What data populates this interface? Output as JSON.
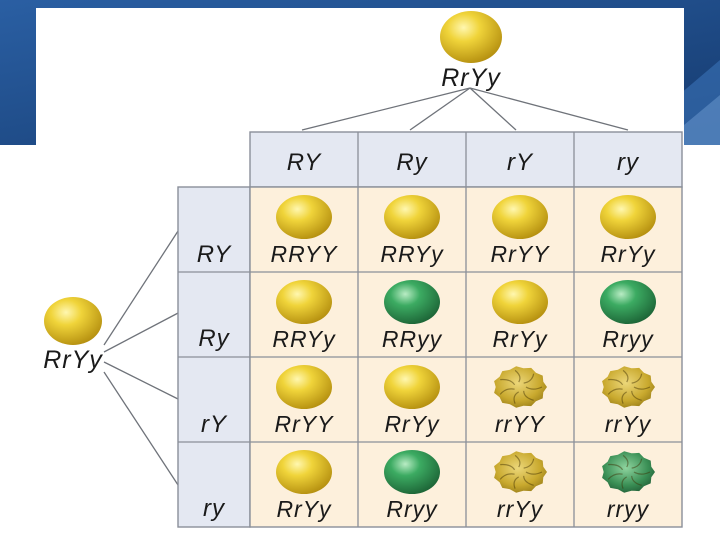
{
  "top_parent": {
    "genotype": "RrYy"
  },
  "left_parent": {
    "genotype": "RrYy"
  },
  "column_gametes": [
    "RY",
    "Ry",
    "rY",
    "ry"
  ],
  "row_gametes": [
    "RY",
    "Ry",
    "rY",
    "ry"
  ],
  "cells": [
    [
      {
        "genotype": "RRYY",
        "pea": "yellow-round"
      },
      {
        "genotype": "RRYy",
        "pea": "yellow-round"
      },
      {
        "genotype": "RrYY",
        "pea": "yellow-round"
      },
      {
        "genotype": "RrYy",
        "pea": "yellow-round"
      }
    ],
    [
      {
        "genotype": "RRYy",
        "pea": "yellow-round"
      },
      {
        "genotype": "RRyy",
        "pea": "green-round"
      },
      {
        "genotype": "RrYy",
        "pea": "yellow-round"
      },
      {
        "genotype": "Rryy",
        "pea": "green-round"
      }
    ],
    [
      {
        "genotype": "RrYY",
        "pea": "yellow-round"
      },
      {
        "genotype": "RrYy",
        "pea": "yellow-round"
      },
      {
        "genotype": "rrYY",
        "pea": "yellow-wrinkled"
      },
      {
        "genotype": "rrYy",
        "pea": "yellow-wrinkled"
      }
    ],
    [
      {
        "genotype": "RrYy",
        "pea": "yellow-round"
      },
      {
        "genotype": "Rryy",
        "pea": "green-round"
      },
      {
        "genotype": "rrYy",
        "pea": "yellow-wrinkled"
      },
      {
        "genotype": "rryy",
        "pea": "green-wrinkled"
      }
    ]
  ],
  "colors": {
    "header_fill": "#e4e8f2",
    "cell_fill": "#fdf0dc",
    "grid_line": "#8a8f99",
    "yellow_pea": "#e2c020",
    "green_pea": "#2f9a55",
    "slide_band": "#1e4f8c"
  }
}
